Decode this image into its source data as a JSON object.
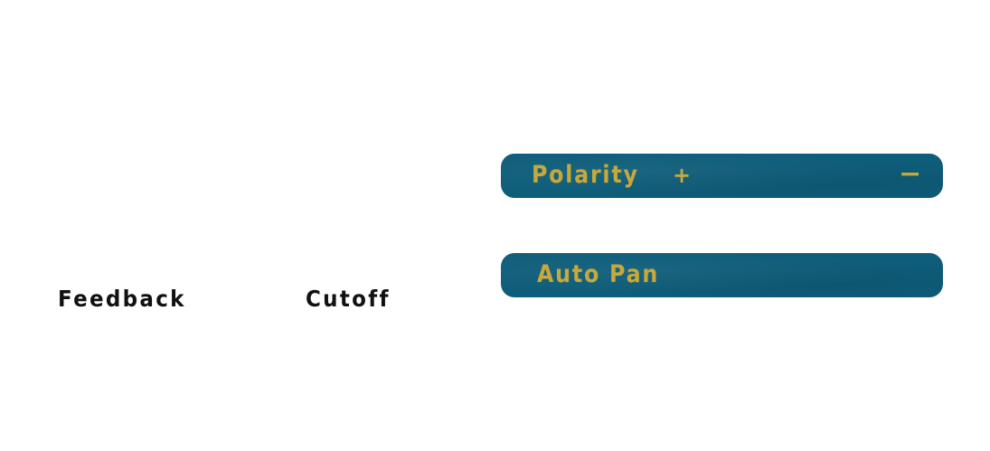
{
  "knobs": {
    "feedback_label": "Feedback",
    "cutoff_label": "Cutoff"
  },
  "polarity": {
    "label": "Polarity",
    "plus": "+",
    "minus": "−"
  },
  "autopan": {
    "label": "Auto Pan"
  },
  "colors": {
    "bar_background": "#0e5d7a",
    "bar_text": "#c9a83a",
    "knob_text": "#111111"
  }
}
